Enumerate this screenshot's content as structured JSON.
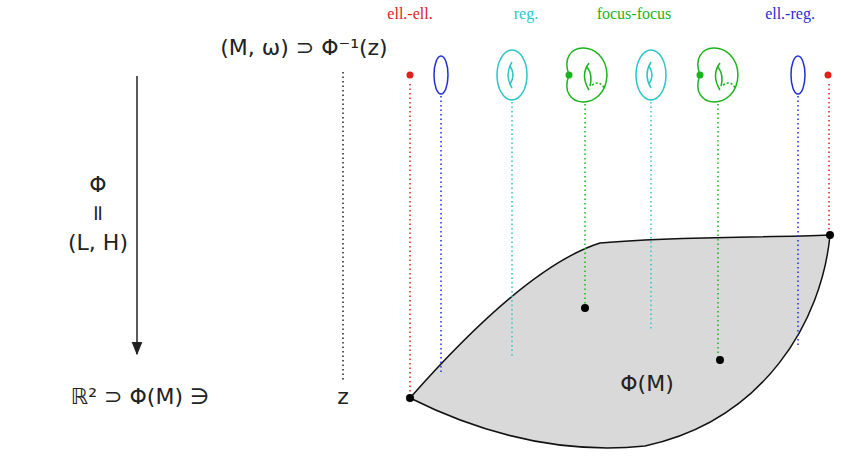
{
  "diagram": {
    "nodes": [
      {
        "text": [
          "Φ(M)"
        ]
      }
    ],
    "labels": [
      "(M, ω) ⊃ Φ⁻¹(z)",
      "Φ",
      "=",
      "(L, H)",
      "ℝ² ⊃ Φ(M) ∋",
      "z",
      "ell.-ell.",
      "reg.",
      "focus-focus",
      "ell.-reg."
    ]
  }
}
